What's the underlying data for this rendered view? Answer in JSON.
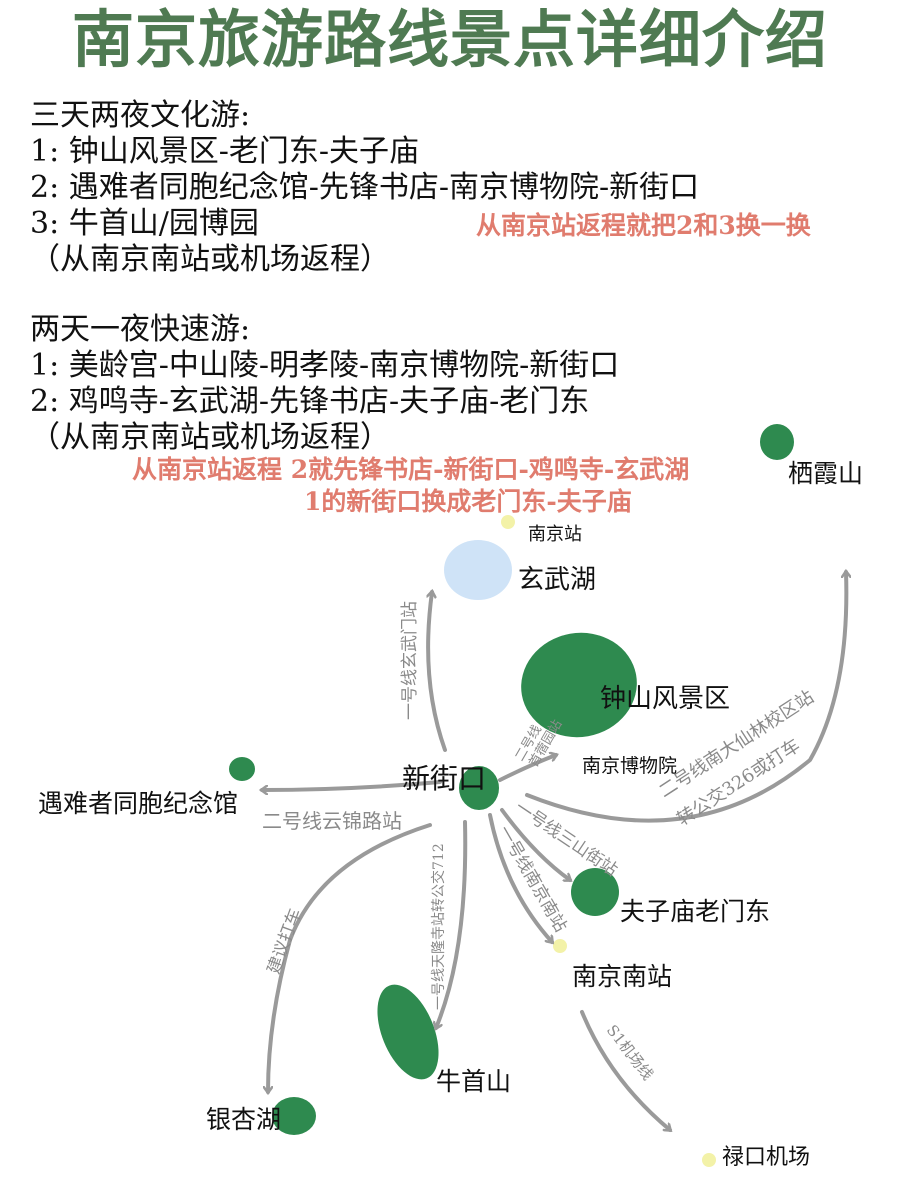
{
  "title": "南京旅游路线景点详细介绍",
  "plan1": {
    "heading": "三天两夜文化游:",
    "day1": "1: 钟山风景区-老门东-夫子庙",
    "day2": "2: 遇难者同胞纪念馆-先锋书店-南京博物院-新街口",
    "day3": "3: 牛首山/园博园",
    "return": "（从南京南站或机场返程）",
    "note": "从南京站返程就把2和3换一换"
  },
  "plan2": {
    "heading": "两天一夜快速游:",
    "day1": "1: 美龄宫-中山陵-明孝陵-南京博物院-新街口",
    "day2": "2: 鸡鸣寺-玄武湖-先锋书店-夫子庙-老门东",
    "return": "（从南京南站或机场返程）",
    "note_line1": "从南京站返程 2就先锋书店-新街口-鸡鸣寺-玄武湖",
    "note_line2": "1的新街口换成老门东-夫子庙"
  },
  "map": {
    "places": {
      "qixia": "栖霞山",
      "nanjing_station": "南京站",
      "xuanwu": "玄武湖",
      "zhongshan": "钟山风景区",
      "museum": "南京博物院",
      "xinjiekou": "新街口",
      "memorial": "遇难者同胞纪念馆",
      "fuzimiao": "夫子庙老门东",
      "nanjing_south": "南京南站",
      "niushou": "牛首山",
      "yinxing": "银杏湖",
      "lukou": "禄口机场"
    },
    "routes": {
      "to_xuanwu": "一号线玄武门站",
      "to_museum_a": "二号线",
      "to_museum_b": "首蓿园站",
      "to_qixia_a": "二号线南大仙林校区站",
      "to_qixia_b": "转公交326或打车",
      "to_memorial": "二号线云锦路站",
      "to_fuzimiao": "一号线三山街站",
      "to_south": "一号线南京南站",
      "to_niushou": "一号线天隆寺站转公交712",
      "to_yinxing": "建议打车",
      "to_lukou": "S1机场线"
    }
  }
}
